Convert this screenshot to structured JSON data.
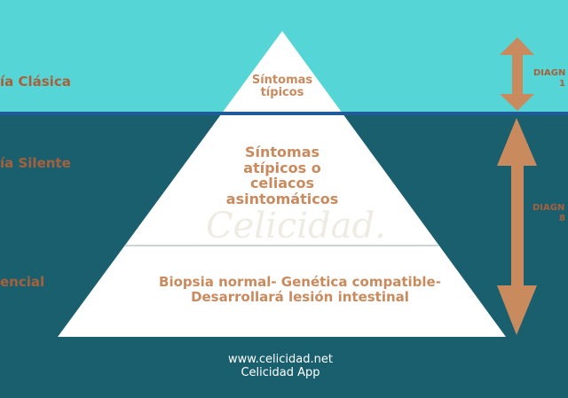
{
  "levels": {
    "classic": "ía Clásica",
    "silent": "ía Silente",
    "potential": "encial"
  },
  "pyramid": {
    "top": [
      "Síntomas",
      "típicos"
    ],
    "middle": [
      "Síntomas",
      "atípicos o",
      "celiacos",
      "asintomáticos"
    ],
    "bottom": [
      "Biopsia normal- Genética compatible-",
      "Desarrollará lesión intestinal"
    ]
  },
  "diagnosis": {
    "top_label": "DIAGN",
    "top_value": "1",
    "bottom_label": "DIAGN",
    "bottom_value": "8"
  },
  "watermark": "celicidad",
  "footer": {
    "url": "www.celicidad.net",
    "app": "Celicidad App"
  },
  "colors": {
    "sky": "#55d5d5",
    "water": "#1a5f6e",
    "arrow": "#c98a5e",
    "label": "#a8603c"
  }
}
